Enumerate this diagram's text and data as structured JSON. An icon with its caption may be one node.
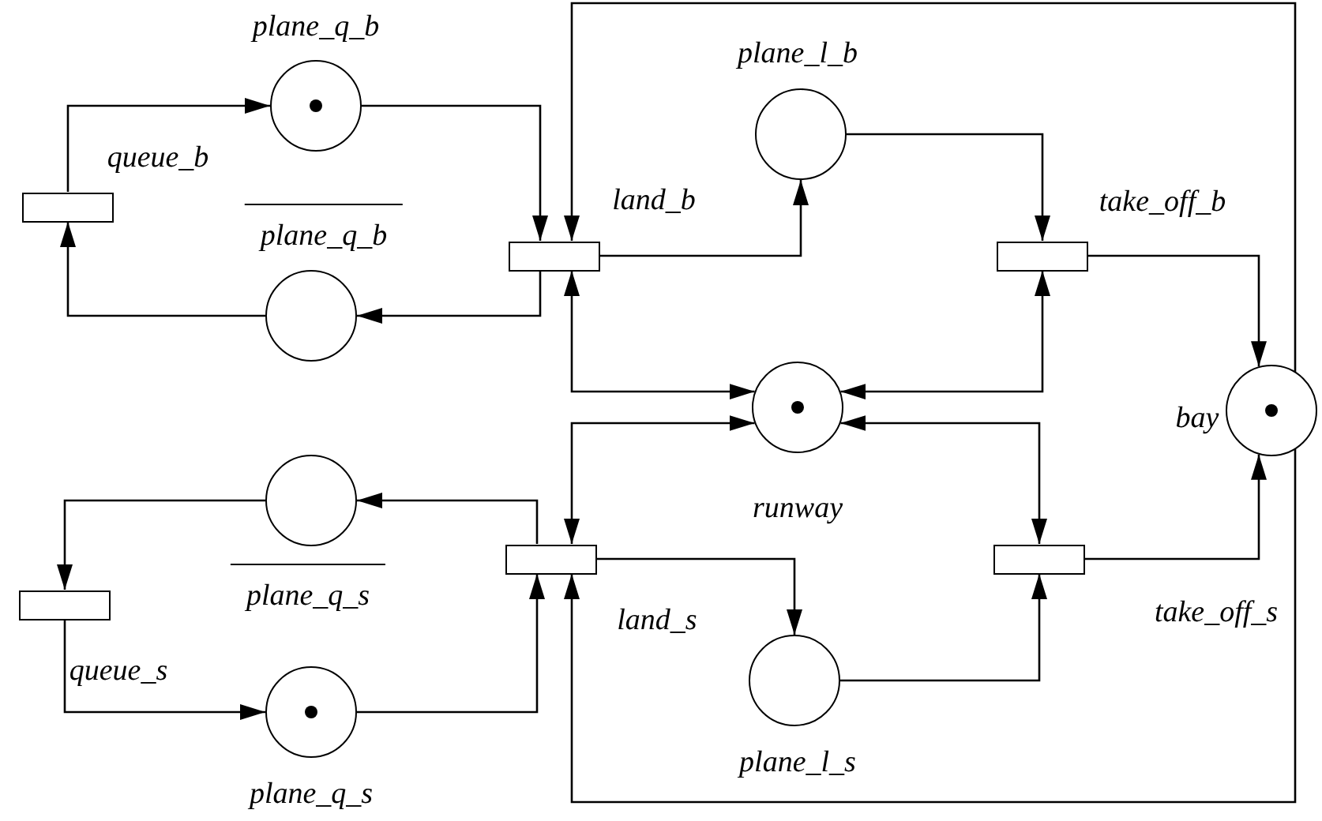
{
  "diagram": {
    "nodes": [
      {
        "text": [
          "plane_q_b"
        ]
      },
      {
        "text": [
          "plane_l_b"
        ]
      },
      {
        "text": [
          "queue_b"
        ]
      },
      {
        "text": [
          "land_b"
        ]
      },
      {
        "text": [
          "take_off_b"
        ]
      },
      {
        "text": [
          "plane_q_b"
        ]
      },
      {
        "text": [
          "runway"
        ]
      },
      {
        "text": [
          "bay"
        ]
      },
      {
        "text": [
          "plane_q_s"
        ]
      },
      {
        "text": [
          "land_s"
        ]
      },
      {
        "text": [
          "take_off_s"
        ]
      },
      {
        "text": [
          "queue_s"
        ]
      },
      {
        "text": [
          "plane_l_s"
        ]
      },
      {
        "text": [
          "plane_q_s"
        ]
      }
    ],
    "edges": [
      {
        "from": 2,
        "to": 0,
        "arrow": "to"
      },
      {
        "from": 0,
        "to": 3,
        "arrow": "to"
      },
      {
        "from": 3,
        "to": 5,
        "arrow": "to"
      },
      {
        "from": 5,
        "to": 2,
        "arrow": "to"
      },
      {
        "from": 7,
        "to": 3,
        "arrow": "to"
      },
      {
        "from": 3,
        "to": 1,
        "arrow": "to"
      },
      {
        "from": 1,
        "to": 4,
        "arrow": "to"
      },
      {
        "from": 4,
        "to": 7,
        "arrow": "to"
      },
      {
        "from": 6,
        "to": 3,
        "arrow": "both"
      },
      {
        "from": 6,
        "to": 4,
        "arrow": "both"
      },
      {
        "from": 6,
        "to": 9,
        "arrow": "both"
      },
      {
        "from": 6,
        "to": 10,
        "arrow": "both"
      },
      {
        "from": 9,
        "to": 8,
        "arrow": "to"
      },
      {
        "from": 8,
        "to": 11,
        "arrow": "to"
      },
      {
        "from": 11,
        "to": 13,
        "arrow": "to"
      },
      {
        "from": 13,
        "to": 9,
        "arrow": "to"
      },
      {
        "from": 9,
        "to": 12,
        "arrow": "to"
      },
      {
        "from": 12,
        "to": 10,
        "arrow": "to"
      },
      {
        "from": 10,
        "to": 7,
        "arrow": "to"
      },
      {
        "from": 7,
        "to": 9,
        "arrow": "to"
      }
    ]
  }
}
